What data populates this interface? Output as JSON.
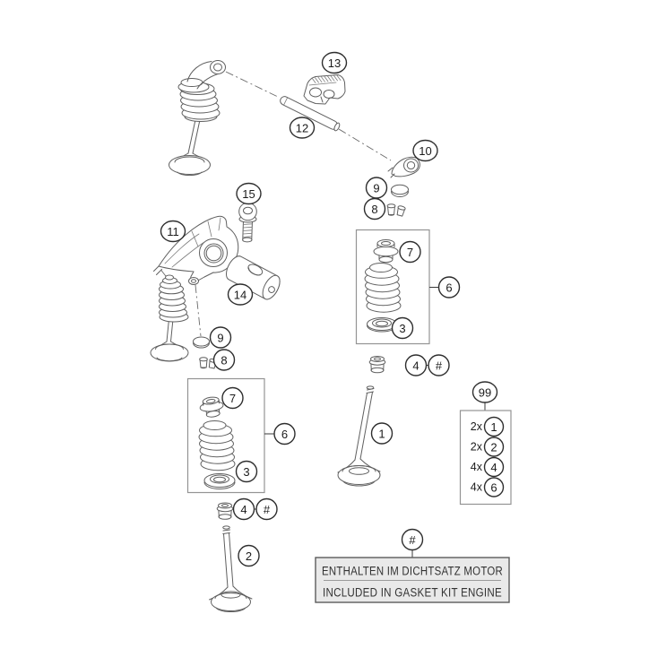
{
  "diagram": {
    "callouts": {
      "1": "1",
      "2": "2",
      "3": "3",
      "4": "4",
      "6": "6",
      "7": "7",
      "8": "8",
      "9": "9",
      "10": "10",
      "11": "11",
      "12": "12",
      "13": "13",
      "14": "14",
      "15": "15",
      "99": "99",
      "hash": "#"
    },
    "qty_box": {
      "rows": [
        {
          "qty": "2x",
          "ref": "1"
        },
        {
          "qty": "2x",
          "ref": "2"
        },
        {
          "qty": "4x",
          "ref": "4"
        },
        {
          "qty": "4x",
          "ref": "6"
        }
      ]
    },
    "note_box": {
      "line_de": "ENTHALTEN IM DICHTSATZ MOTOR",
      "line_en": "INCLUDED IN GASKET KIT ENGINE"
    },
    "colors": {
      "line": "#5f5f5f",
      "callout_stroke": "#2e2e2e",
      "note_fill": "#e9e9e9",
      "note_border": "#5c5c5c",
      "background": "#ffffff"
    }
  }
}
